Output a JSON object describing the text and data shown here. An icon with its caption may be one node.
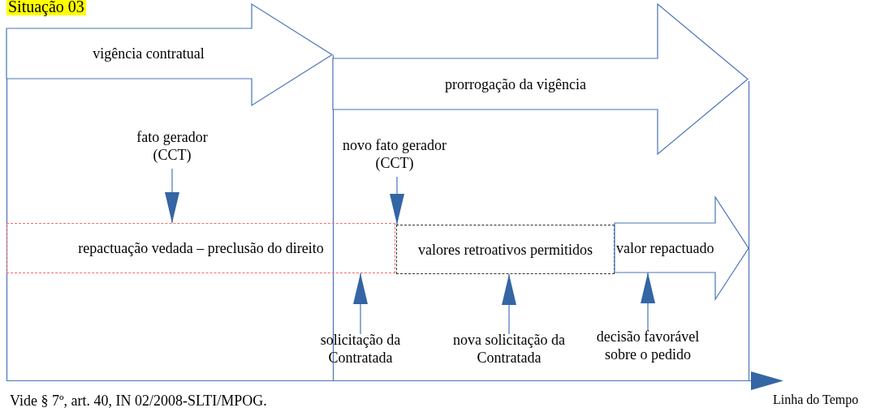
{
  "diagram": {
    "title": "Situação 03",
    "nodes": [
      {
        "text": [
          "vigência contratual"
        ]
      },
      {
        "text": [
          "prorrogação da vigência"
        ]
      },
      {
        "text": [
          "fato gerador (CCT)"
        ]
      },
      {
        "text": [
          "novo fato gerador (CCT)"
        ]
      },
      {
        "text": [
          "repactuação vedada – preclusão do direito"
        ]
      },
      {
        "text": [
          "valores retroativos permitidos"
        ]
      },
      {
        "text": [
          "valor repactuado"
        ]
      },
      {
        "text": [
          "solicitação da Contratada"
        ]
      },
      {
        "text": [
          "nova solicitação da Contratada"
        ]
      },
      {
        "text": [
          "decisão favorável sobre o pedido"
        ]
      }
    ],
    "edges": [
      {
        "from": 2,
        "to": 4,
        "arrow": "to"
      },
      {
        "from": 3,
        "to": 5,
        "arrow": "to"
      },
      {
        "from": 7,
        "to": 4,
        "arrow": "to"
      },
      {
        "from": 8,
        "to": 5,
        "arrow": "to"
      },
      {
        "from": 9,
        "to": 6,
        "arrow": "to"
      }
    ],
    "labels": [
      "Vide § 7º, art. 40, IN 02/2008-SLTI/MPOG.",
      "Linha do Tempo"
    ]
  }
}
